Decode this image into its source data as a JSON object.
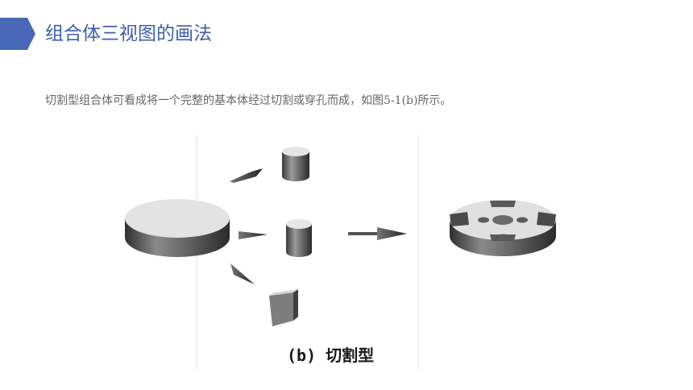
{
  "slide": {
    "title": "组合体三视图的画法",
    "text": "切割型组合体可看成将一个完整的基本体经过切割或穿孔而成，如图5-1(b)所示。",
    "accent_color": "#4a68b8"
  },
  "figure": {
    "caption": "(b) 切割型",
    "icons": [
      "base-disc",
      "small-cylinder",
      "medium-cylinder",
      "cube",
      "arrow",
      "result-part"
    ]
  }
}
